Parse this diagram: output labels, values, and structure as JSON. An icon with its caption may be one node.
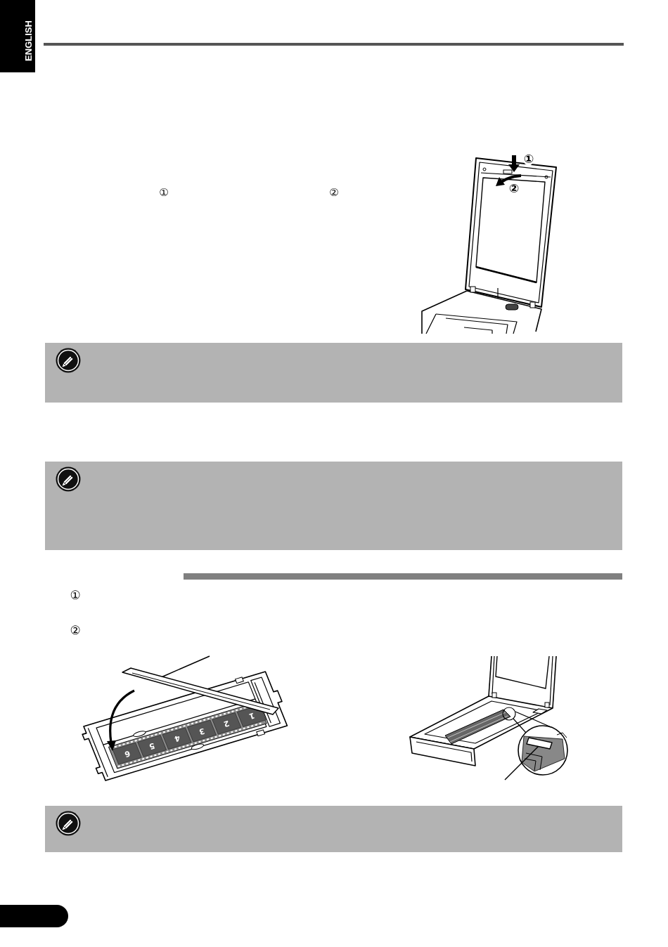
{
  "diagram": {
    "nodes": [
      {
        "text": [],
        "shape": "bar"
      },
      {
        "text": [],
        "shape": "box"
      }
    ],
    "edges": [
      {
        "from": null,
        "to": 0,
        "arrow": "none"
      },
      {
        "from": null,
        "to": 1,
        "arrow": "none"
      }
    ],
    "labels": [
      "ENGLISH",
      "①",
      "②",
      "①",
      "②",
      "①",
      "②",
      "6",
      "5",
      "4",
      "3",
      "2",
      "1"
    ]
  }
}
